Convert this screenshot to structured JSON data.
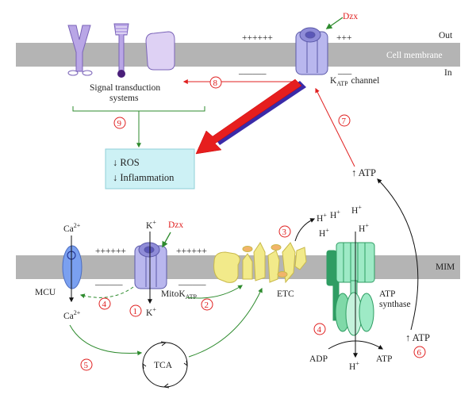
{
  "top": {
    "out_label": "Out",
    "in_label": "In",
    "membrane_label": "Cell membrane",
    "dzx_label": "Dzx",
    "plus_left": "++++++",
    "plus_right": "+++",
    "minus_left": "––––––",
    "minus_right": "–––",
    "katp_prefix": "K",
    "katp_sub": "ATP",
    "katp_suffix": "channel",
    "signal_line1": "Signal transduction",
    "signal_line2": "systems",
    "atp_up": "↑ ATP"
  },
  "outcome_box": {
    "line1": "↓ ROS",
    "line2": "↓ Inflammation"
  },
  "mito": {
    "mim_label": "MIM",
    "mcu_label": "MCU",
    "ca_top": "Ca",
    "ca_bottom": "Ca",
    "ca_sup": "2+",
    "k_top": "K",
    "k_bottom": "K",
    "k_sup": "+",
    "dzx_label": "Dzx",
    "plus_left": "++++++",
    "plus_right": "++++++",
    "minus_left": "––––––",
    "minus_right": "––––––",
    "mitokatp_prefix": "MitoK",
    "mitokatp_sub": "ATP",
    "etc_label": "ETC",
    "h_label": "H",
    "h_sup": "+",
    "atp_synthase_line1": "ATP",
    "atp_synthase_line2": "synthase",
    "adp_label": "ADP",
    "atp_label": "ATP",
    "tca_label": "TCA",
    "atp_up": "↑ ATP"
  },
  "steps": [
    "1",
    "2",
    "3",
    "4",
    "4",
    "5",
    "6",
    "7",
    "8",
    "9"
  ],
  "colors": {
    "membrane": "#b4b4b4",
    "channel": "#b9b7ee",
    "receptor": "#b9a6e6",
    "etc": "#f2ea8a",
    "atp_synthase": "#9eeac6",
    "atp_synthase_dark": "#2f9d63",
    "box": "#cdf1f5",
    "green_arrow": "#2e8b2e",
    "red_arrow": "#e02020"
  }
}
